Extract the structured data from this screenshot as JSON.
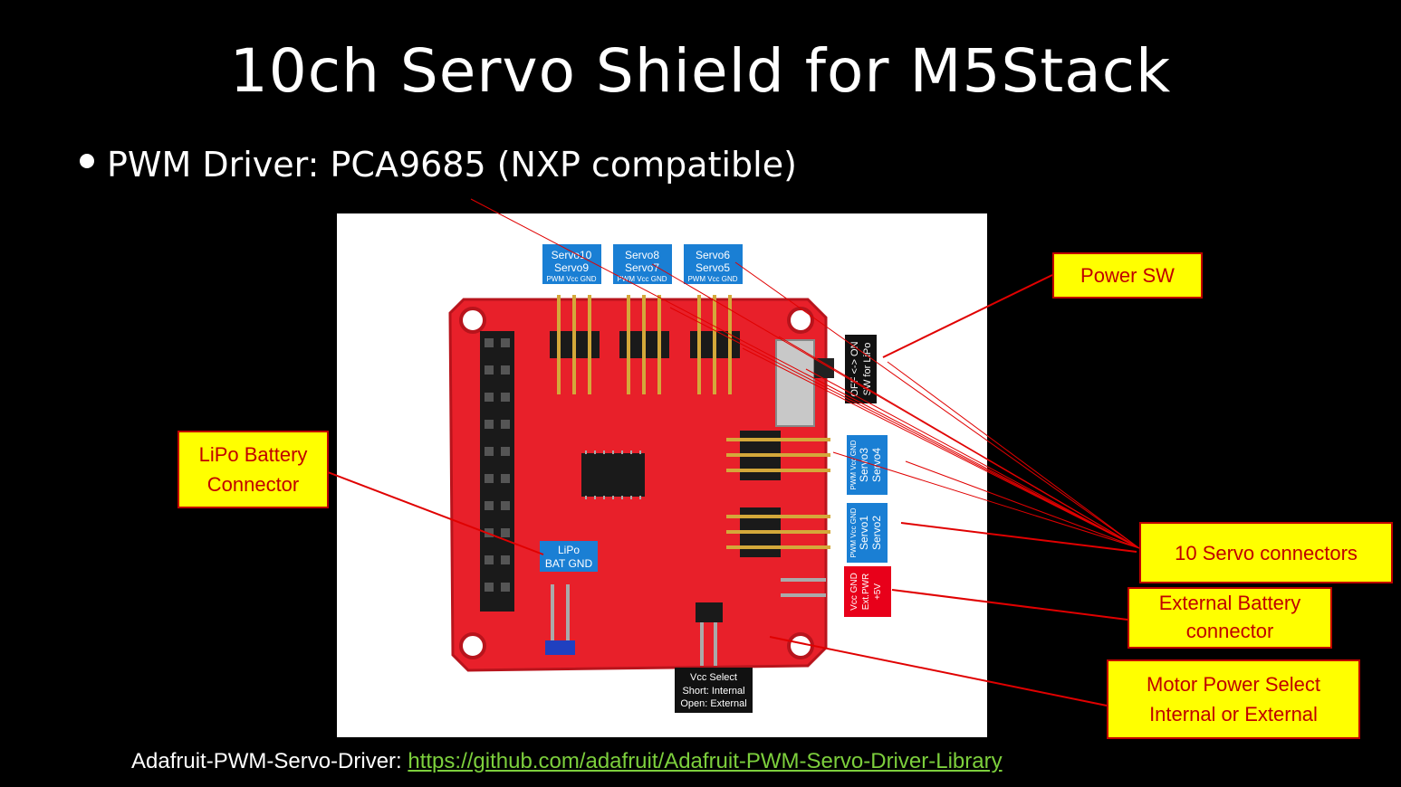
{
  "slide": {
    "title": "10ch Servo Shield for M5Stack",
    "bullet": "PWM Driver: PCA9685 (NXP compatible)"
  },
  "board_labels": {
    "servo10_9": [
      "Servo10",
      "Servo9",
      "PWM Vcc GND"
    ],
    "servo8_7": [
      "Servo8",
      "Servo7",
      "PWM Vcc GND"
    ],
    "servo6_5": [
      "Servo6",
      "Servo5",
      "PWM Vcc GND"
    ],
    "servo3_4": [
      "PWM Vcc GND",
      "Servo3",
      "Servo4"
    ],
    "servo1_2": [
      "PWM Vcc GND",
      "Servo1",
      "Servo2"
    ],
    "power_switch": [
      "OFF <-> ON",
      "SW for LiPo"
    ],
    "ext_pwr": [
      "Vcc GND",
      "Ext.PWR",
      "+5V"
    ],
    "lipo": [
      "LiPo",
      "BAT GND"
    ],
    "vcc_select": [
      "Vcc Select",
      "Short: Internal",
      "Open: External"
    ]
  },
  "callouts": {
    "power_sw": "Power SW",
    "lipo_battery": [
      "LiPo Battery",
      "Connector"
    ],
    "servo_connectors": "10 Servo connectors",
    "external_battery": [
      "External Battery",
      "connector"
    ],
    "motor_power": [
      "Motor Power Select",
      "Internal or External"
    ]
  },
  "footer": {
    "prefix": "Adafruit-PWM-Servo-Driver: ",
    "link": "https://github.com/adafruit/Adafruit-PWM-Servo-Driver-Library"
  },
  "colors": {
    "background": "#000000",
    "callout_fill": "#ffff00",
    "callout_text": "#c00000",
    "board_red": "#e8202a",
    "label_blue": "#1a7fd4",
    "link_green": "#7ccf3c"
  }
}
